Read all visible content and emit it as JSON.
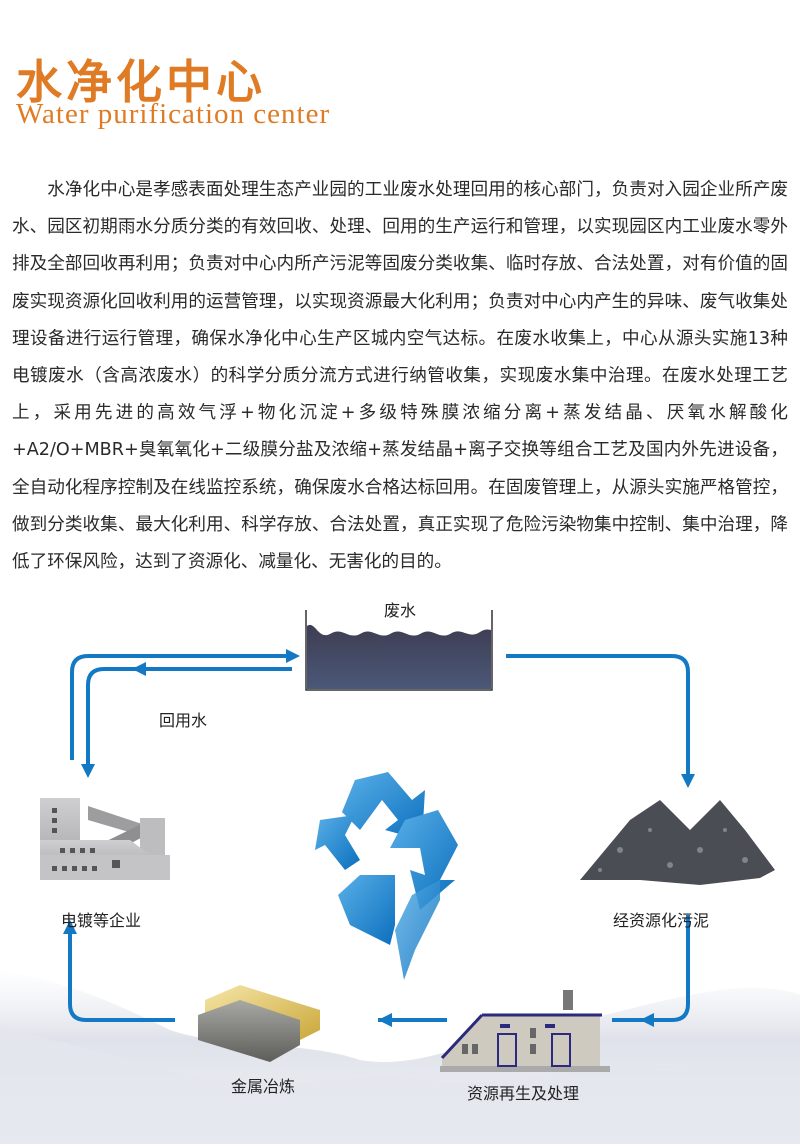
{
  "header": {
    "title_cn": "水净化中心",
    "title_en": "Water purification center"
  },
  "body": {
    "paragraph": "水净化中心是孝感表面处理生态产业园的工业废水处理回用的核心部门，负责对入园企业所产废水、园区初期雨水分质分类的有效回收、处理、回用的生产运行和管理，以实现园区内工业废水零外排及全部回收再利用；负责对中心内所产污泥等固废分类收集、临时存放、合法处置，对有价值的固废实现资源化回收利用的运营管理，以实现资源最大化利用；负责对中心内产生的异味、废气收集处理设备进行运行管理，确保水净化中心生产区城内空气达标。在废水收集上，中心从源头实施13种电镀废水（含高浓废水）的科学分质分流方式进行纳管收集，实现废水集中治理。在废水处理工艺上，采用先进的高效气浮+物化沉淀+多级特殊膜浓缩分离+蒸发结晶、厌氧水解酸化+A2/O+MBR+臭氧氧化+二级膜分盐及浓缩+蒸发结晶+离子交换等组合工艺及国内外先进设备，全自动化程序控制及在线监控系统，确保废水合格达标回用。在固废管理上，从源头实施严格管控，做到分类收集、最大化利用、科学存放、合法处置，真正实现了危险污染物集中控制、集中治理，降低了环保风险，达到了资源化、减量化、无害化的目的。"
  },
  "diagram": {
    "wastewater": "废水",
    "reuse_water": "回用水",
    "enterprises": "电镀等企业",
    "sludge": "经资源化污泥",
    "metal_smelting": "金属冶炼",
    "regeneration": "资源再生及处理"
  },
  "colors": {
    "accent": "#e07b25",
    "arrow": "#1479c4",
    "tank": "#474a66"
  }
}
